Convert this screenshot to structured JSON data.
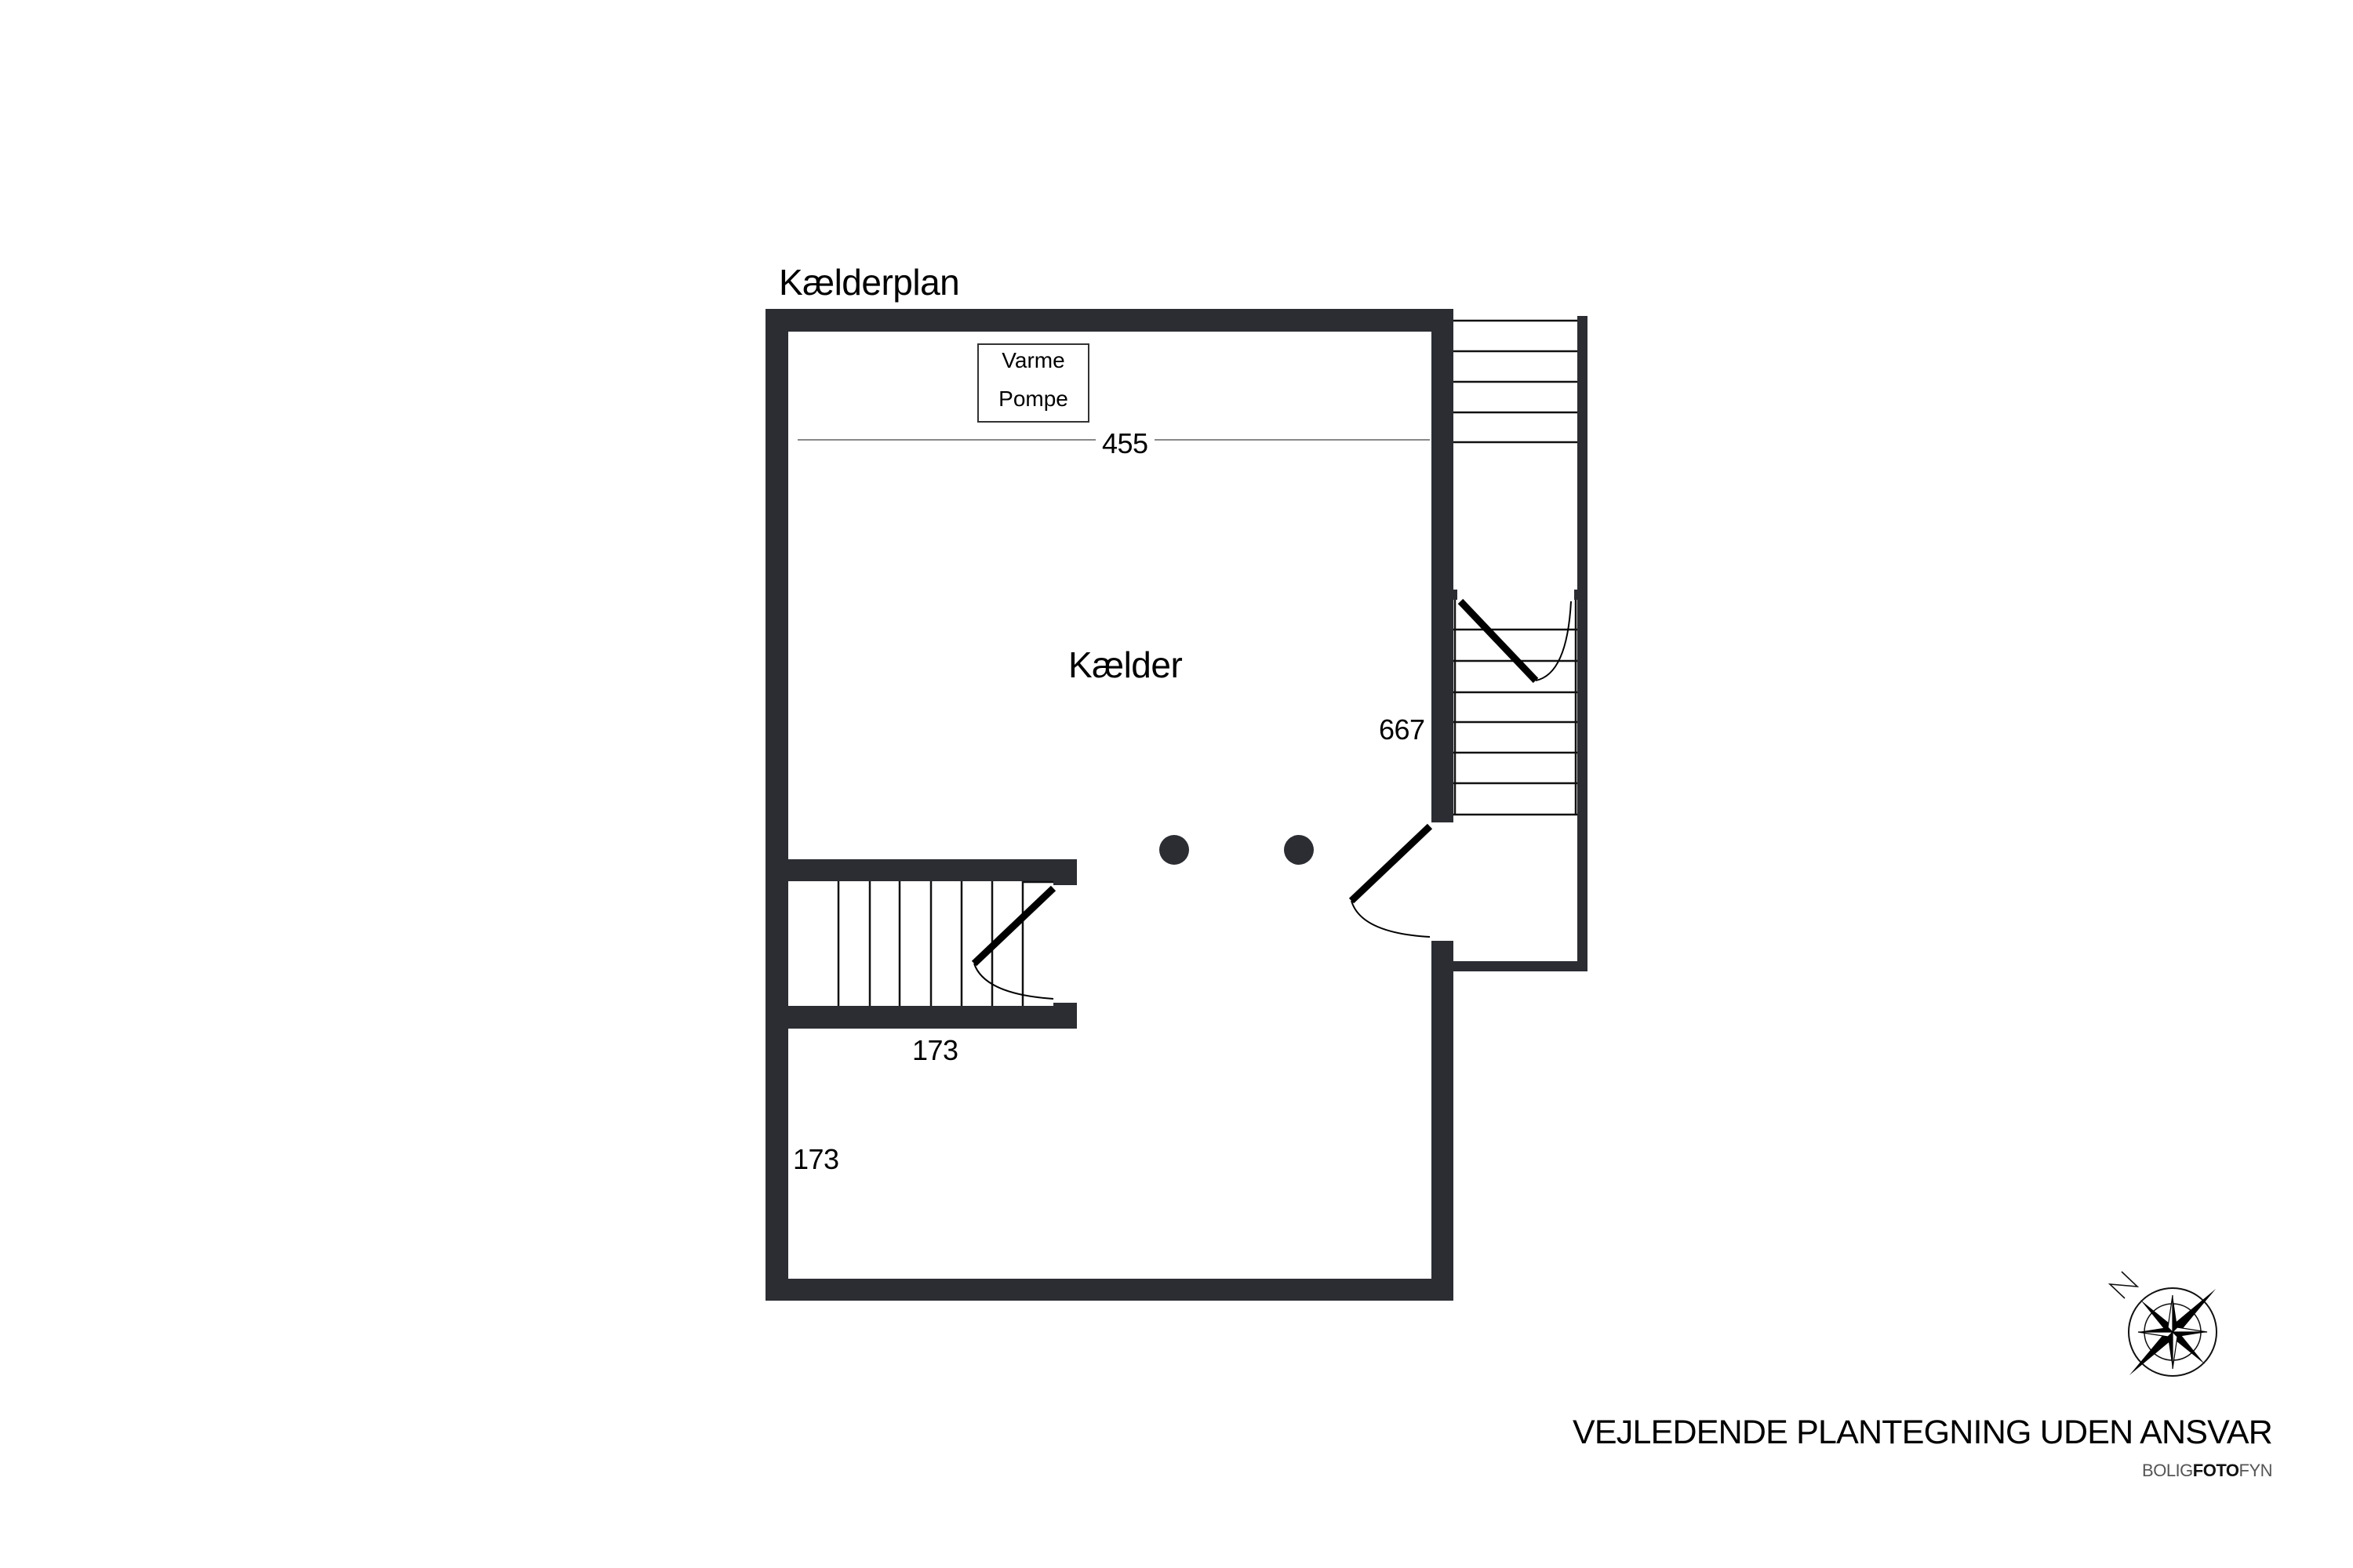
{
  "plan": {
    "title": "Kælderplan",
    "room": {
      "name": "Kælder"
    },
    "equipment": {
      "line1": "Varme",
      "line2": "Pompe"
    },
    "dimensions": {
      "width_top": "455",
      "height_right": "667",
      "stair_length": "173",
      "side_length": "173"
    },
    "columns": 2,
    "wall_color": "#2b2d33",
    "dimension_line_color": "#888888"
  },
  "footer": {
    "disclaimer": "VEJLEDENDE PLANTEGNING UDEN ANSVAR",
    "brand_part1": "BOLIG",
    "brand_part2": "FOTO",
    "brand_part3": "FYN"
  },
  "compass": {
    "icon": "compass-rose-icon",
    "north_marker": "N"
  }
}
